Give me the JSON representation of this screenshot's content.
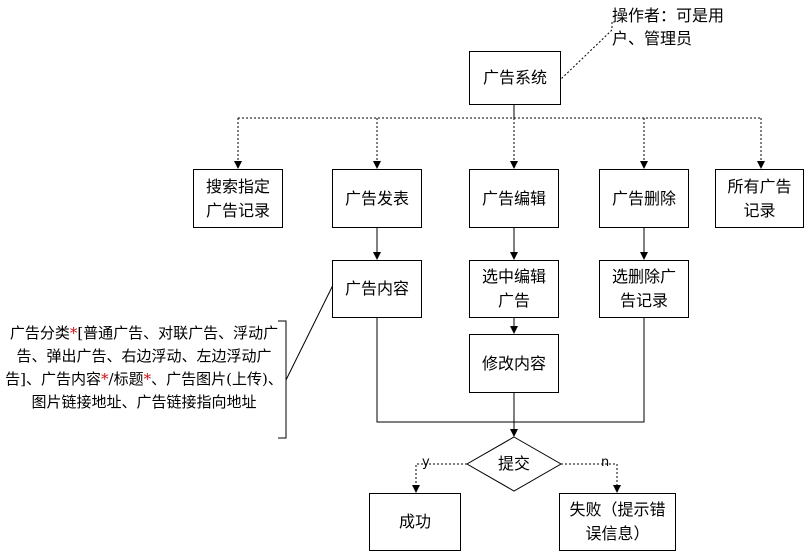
{
  "nodes": {
    "operator": "操作者：可是用户、管理员",
    "system": "广告系统",
    "search": "搜索指定广告记录",
    "publish": "广告发表",
    "edit": "广告编辑",
    "delete": "广告删除",
    "all": "所有广告记录",
    "content": "广告内容",
    "select_edit": "选中编辑广告",
    "select_delete": "选删除广告记录",
    "modify": "修改内容",
    "submit": "提交",
    "success": "成功",
    "fail": "失败（提示错误信息）"
  },
  "note": {
    "p1": "广告分类",
    "s1": "*",
    "p2": "[普通广告、对联广告、浮动广告、弹出广告、右边浮动、左边浮动广告]、广告内容",
    "s2": "*",
    "p3": "/标题",
    "s3": "*",
    "p4": "、广告图片(上传)、图片链接地址、广告链接指向地址"
  },
  "edges": {
    "yes": "y",
    "no": "n"
  }
}
